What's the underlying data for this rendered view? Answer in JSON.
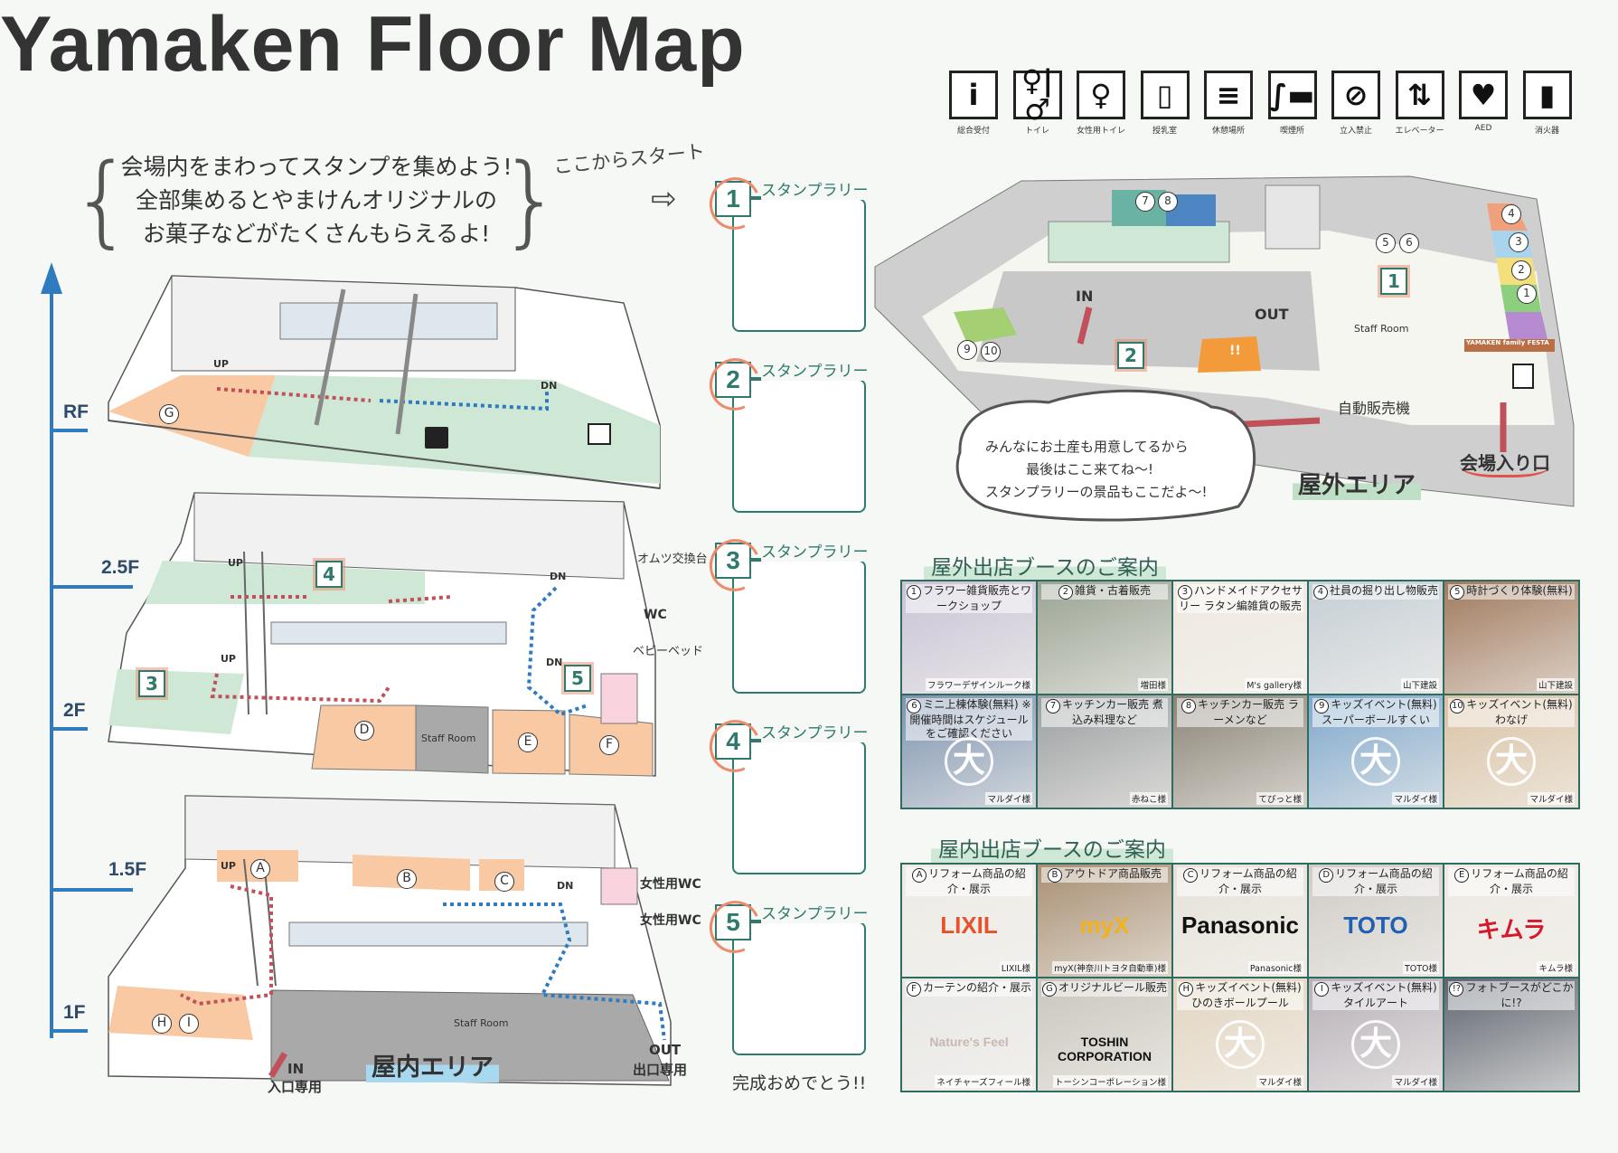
{
  "title": "Yamaken Floor Map",
  "legend": [
    {
      "icon": "info-icon",
      "glyph": "i",
      "label": "総合受付"
    },
    {
      "icon": "restroom-icon",
      "glyph": "♀|♂",
      "label": "トイレ"
    },
    {
      "icon": "womens-restroom-icon",
      "glyph": "♀",
      "label": "女性用トイレ"
    },
    {
      "icon": "nursing-room-icon",
      "glyph": "▯",
      "label": "授乳室"
    },
    {
      "icon": "rest-area-icon",
      "glyph": "≡",
      "label": "休憩場所"
    },
    {
      "icon": "smoking-area-icon",
      "glyph": "∫▬",
      "label": "喫煙所"
    },
    {
      "icon": "no-entry-icon",
      "glyph": "⊘",
      "label": "立入禁止"
    },
    {
      "icon": "elevator-icon",
      "glyph": "⇅",
      "label": "エレベーター"
    },
    {
      "icon": "aed-icon",
      "glyph": "♥",
      "label": "AED"
    },
    {
      "icon": "fire-extinguisher-icon",
      "glyph": "▮",
      "label": "消火器"
    }
  ],
  "intro": [
    "会場内をまわってスタンプを集めよう!",
    "全部集めるとやまけんオリジナルの",
    "お菓子などがたくさんもらえるよ!"
  ],
  "start_label": "ここからスタート",
  "stamp_label": "スタンプラリー",
  "stamps": [
    "1",
    "2",
    "3",
    "4",
    "5"
  ],
  "complete_label": "完成おめでとう!!",
  "floors": [
    "RF",
    "2.5F",
    "2F",
    "1.5F",
    "1F"
  ],
  "plan": {
    "up": "UP",
    "dn": "DN",
    "staff_room": "Staff Room",
    "wc": "WC",
    "womens_wc": "女性用WC",
    "diaper": "オムツ交換台",
    "baby_bed": "ベビーベッド",
    "in": "IN",
    "in_only": "入口専用",
    "out": "OUT",
    "out_only": "出口専用",
    "indoor_area": "屋内エリア",
    "booths": {
      "G": "G",
      "D": "D",
      "E": "E",
      "F": "F",
      "A": "A",
      "B": "B",
      "C": "C",
      "H": "H",
      "I": "I"
    }
  },
  "outdoor_map": {
    "in": "IN",
    "out": "OUT",
    "staff_room": "Staff Room",
    "vending": "自動販売機",
    "entrance": "会場入り口",
    "area": "屋外エリア",
    "festa_sign": "YAMAKEN family FESTA",
    "tent_mark": "!!",
    "booth_numbers": [
      "1",
      "2",
      "3",
      "4",
      "5",
      "6",
      "7",
      "8",
      "9",
      "10"
    ],
    "bubble": [
      "みんなにお土産も用意してるから",
      "最後はここ来てね〜!",
      "スタンプラリーの景品もここだよ〜!"
    ]
  },
  "outdoor_heading": "屋外出店ブースのご案内",
  "outdoor_booths": [
    {
      "n": "1",
      "title": "フラワー雑貨販売とワークショップ",
      "sponsor": "フラワーデザインルーク様",
      "bg": "#c9c3d6"
    },
    {
      "n": "2",
      "title": "雑貨・古着販売",
      "sponsor": "増田様",
      "bg": "#9aa493"
    },
    {
      "n": "3",
      "title": "ハンドメイドアクセサリー ラタン編雑貨の販売",
      "sponsor": "M's gallery様",
      "bg": "#eee9e0"
    },
    {
      "n": "4",
      "title": "社員の掘り出し物販売",
      "sponsor": "山下建設",
      "bg": "#c5cfd6"
    },
    {
      "n": "5",
      "title": "時計づくり体験(無料)",
      "sponsor": "山下建設",
      "bg": "#a07a5e"
    },
    {
      "n": "6",
      "title": "ミニ上棟体験(無料) ※開催時間はスケジュールをご確認ください",
      "sponsor": "マルダイ様",
      "bg": "#7d93b0",
      "mark": "大"
    },
    {
      "n": "7",
      "title": "キッチンカー販売 煮込み料理など",
      "sponsor": "赤ねこ様",
      "bg": "#9a9ea0"
    },
    {
      "n": "8",
      "title": "キッチンカー販売 ラーメンなど",
      "sponsor": "てぴっと様",
      "bg": "#8a8376"
    },
    {
      "n": "9",
      "title": "キッズイベント(無料) スーパーボールすくい",
      "sponsor": "マルダイ様",
      "bg": "#7fa8cc",
      "mark": "大"
    },
    {
      "n": "10",
      "title": "キッズイベント(無料) わなげ",
      "sponsor": "マルダイ様",
      "bg": "#d9c2a4",
      "mark": "大"
    }
  ],
  "indoor_heading": "屋内出店ブースのご案内",
  "indoor_booths": [
    {
      "n": "A",
      "title": "リフォーム商品の紹介・展示",
      "sponsor": "LIXIL様",
      "bg": "#ecebe6",
      "logo": "LIXIL",
      "logo_color": "#e5532a"
    },
    {
      "n": "B",
      "title": "アウトドア商品販売",
      "sponsor": "myX(神奈川トヨタ自動車)様",
      "bg": "#a88f73",
      "logo": "myX",
      "logo_color": "#f2b21b"
    },
    {
      "n": "C",
      "title": "リフォーム商品の紹介・展示",
      "sponsor": "Panasonic様",
      "bg": "#e6e2da",
      "logo": "Panasonic",
      "logo_color": "#111111"
    },
    {
      "n": "D",
      "title": "リフォーム商品の紹介・展示",
      "sponsor": "TOTO様",
      "bg": "#cfccc7",
      "logo": "TOTO",
      "logo_color": "#1f5fb4"
    },
    {
      "n": "E",
      "title": "リフォーム商品の紹介・展示",
      "sponsor": "キムラ様",
      "bg": "#ede9e3",
      "logo": "キムラ",
      "logo_color": "#d6182a"
    },
    {
      "n": "F",
      "title": "カーテンの紹介・展示",
      "sponsor": "ネイチャーズフィール様",
      "bg": "#e8e8e6",
      "logo": "Nature's Feel",
      "logo_color": "#c8b8b0"
    },
    {
      "n": "G",
      "title": "オリジナルビール販売",
      "sponsor": "トーシンコーポレーション様",
      "bg": "#c9c6bd",
      "logo": "TOSHIN CORPORATION",
      "logo_color": "#111111"
    },
    {
      "n": "H",
      "title": "キッズイベント(無料) ひのきボールプール",
      "sponsor": "マルダイ様",
      "bg": "#e2d5c0",
      "mark": "大"
    },
    {
      "n": "I",
      "title": "キッズイベント(無料) タイルアート",
      "sponsor": "マルダイ様",
      "bg": "#b7b0b8",
      "mark": "大"
    },
    {
      "n": "!?",
      "title": "フォトブースがどこかに!?",
      "sponsor": "",
      "bg": "#5e6570"
    }
  ],
  "colors": {
    "teal": "#2f7a6c",
    "axis": "#2e7bbf",
    "orange_zone": "#f8c9a3",
    "green_zone": "#cfe8d5",
    "gray_zone": "#a9a9a9",
    "route_red": "#c0505a",
    "route_blue": "#2e7bbf"
  }
}
